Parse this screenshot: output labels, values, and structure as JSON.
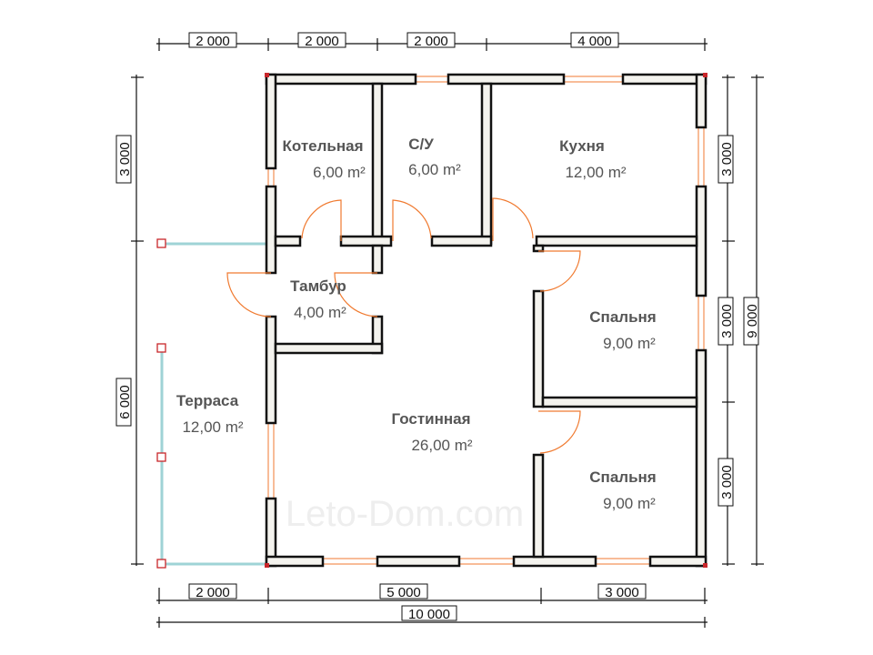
{
  "watermark": "Leto-Dom.com",
  "rooms": [
    {
      "name": "Котельная",
      "area": "6,00 m²"
    },
    {
      "name": "С/У",
      "area": "6,00 m²"
    },
    {
      "name": "Кухня",
      "area": "12,00 m²"
    },
    {
      "name": "Тамбур",
      "area": "4,00 m²"
    },
    {
      "name": "Спальня",
      "area": "9,00 m²"
    },
    {
      "name": "Терраса",
      "area": "12,00 m²"
    },
    {
      "name": "Гостинная",
      "area": "26,00 m²"
    },
    {
      "name": "Спальня",
      "area": "9,00 m²"
    }
  ],
  "dimensions": {
    "top": [
      "2 000",
      "2 000",
      "2 000",
      "4 000"
    ],
    "left": [
      "3 000",
      "6 000"
    ],
    "right": [
      "3 000",
      "3 000",
      "3 000"
    ],
    "right_total": "9 000",
    "bottom": [
      "2 000",
      "5 000",
      "3 000"
    ],
    "bottom_total": "10 000"
  }
}
